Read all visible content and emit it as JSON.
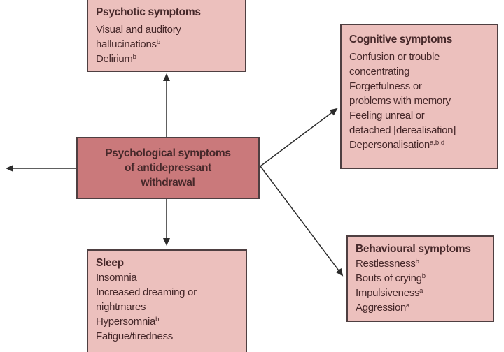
{
  "figure": {
    "name": "psychological-symptoms-of-antidepressant-withdrawal-diagram"
  },
  "colors": {
    "background": "#ffffff",
    "box_fill": "#ecc0bd",
    "center_box_fill": "#ca797b",
    "box_border": "#4e3f41",
    "text": "#46282a",
    "arrow": "#2b2b2b"
  },
  "center_box": {
    "lines": [
      "Psychological symptoms",
      "of antidepressant",
      "withdrawal"
    ]
  },
  "boxes": {
    "psychotic": {
      "title": "Psychotic symptoms",
      "items": [
        {
          "text": "Visual and auditory"
        },
        {
          "text": "hallucinations",
          "sup": "b"
        },
        {
          "text": "Delirium",
          "sup": "b"
        }
      ]
    },
    "cognitive": {
      "title": "Cognitive symptoms",
      "items": [
        {
          "text": "Confusion or trouble"
        },
        {
          "text": "concentrating"
        },
        {
          "text": "Forgetfulness or"
        },
        {
          "text": "problems with memory"
        },
        {
          "text": "Feeling unreal or"
        },
        {
          "text": "detached [derealisation]"
        },
        {
          "text": "Depersonalisation",
          "sup": "a,b,d"
        }
      ]
    },
    "behavioural": {
      "title": "Behavioural symptoms",
      "items": [
        {
          "text": "Restlessness",
          "sup": "b"
        },
        {
          "text": "Bouts of crying",
          "sup": "b"
        },
        {
          "text": "Impulsiveness",
          "sup": "a"
        },
        {
          "text": "Aggression",
          "sup": "a"
        }
      ]
    },
    "sleep": {
      "title": "Sleep",
      "items": [
        {
          "text": "Insomnia"
        },
        {
          "text": "Increased dreaming or"
        },
        {
          "text": "nightmares"
        },
        {
          "text": "Hypersomnia",
          "sup": "b"
        },
        {
          "text": "Fatigue/tiredness"
        }
      ]
    }
  }
}
